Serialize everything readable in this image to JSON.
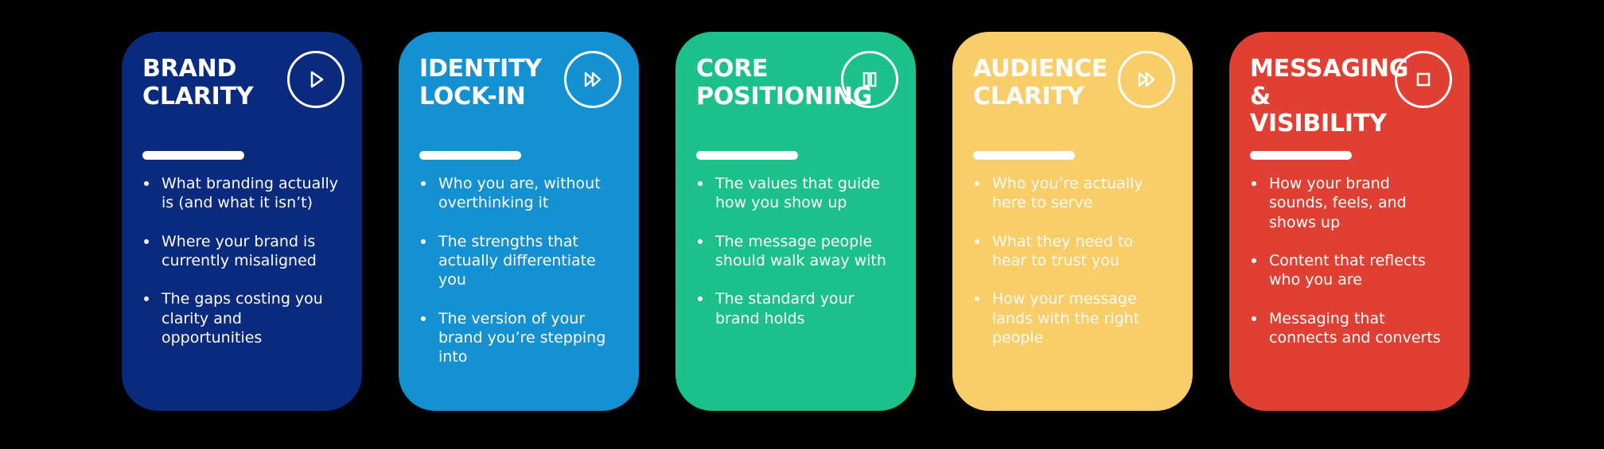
{
  "background_color": "#000000",
  "cards": [
    {
      "id": "brand-clarity",
      "title": "BRAND\nCLARITY",
      "color": "#0A2A7E",
      "icon": "play-icon",
      "bullets": [
        "What branding actually is (and what it isn’t)",
        "Where your brand is currently misaligned",
        "The gaps costing you clarity and opportunities"
      ]
    },
    {
      "id": "identity-lock-in",
      "title": "IDENTITY\nLOCK-IN",
      "color": "#1591D1",
      "icon": "fast-forward-icon",
      "bullets": [
        "Who you are, without overthinking it",
        "The strengths that actually differentiate you",
        "The version of your brand you’re stepping into"
      ]
    },
    {
      "id": "core-positioning",
      "title": "CORE\nPOSITIONING",
      "color": "#1CC08A",
      "icon": "pause-icon",
      "bullets": [
        "The values that guide how you show up",
        "The message people should walk away with",
        "The standard your brand holds"
      ]
    },
    {
      "id": "audience-clarity",
      "title": "AUDIENCE\nCLARITY",
      "color": "#F9CE6A",
      "icon": "fast-forward-icon",
      "bullets": [
        "Who you’re actually here to serve",
        "What they need to hear to trust you",
        "How your message lands with the right people"
      ]
    },
    {
      "id": "messaging-visibility",
      "title": "MESSAGING\n& VISIBILITY",
      "color": "#E03F33",
      "icon": "stop-icon",
      "bullets": [
        "How your brand sounds, feels, and shows up",
        "Content that reflects who you are",
        "Messaging that connects and converts"
      ]
    }
  ]
}
